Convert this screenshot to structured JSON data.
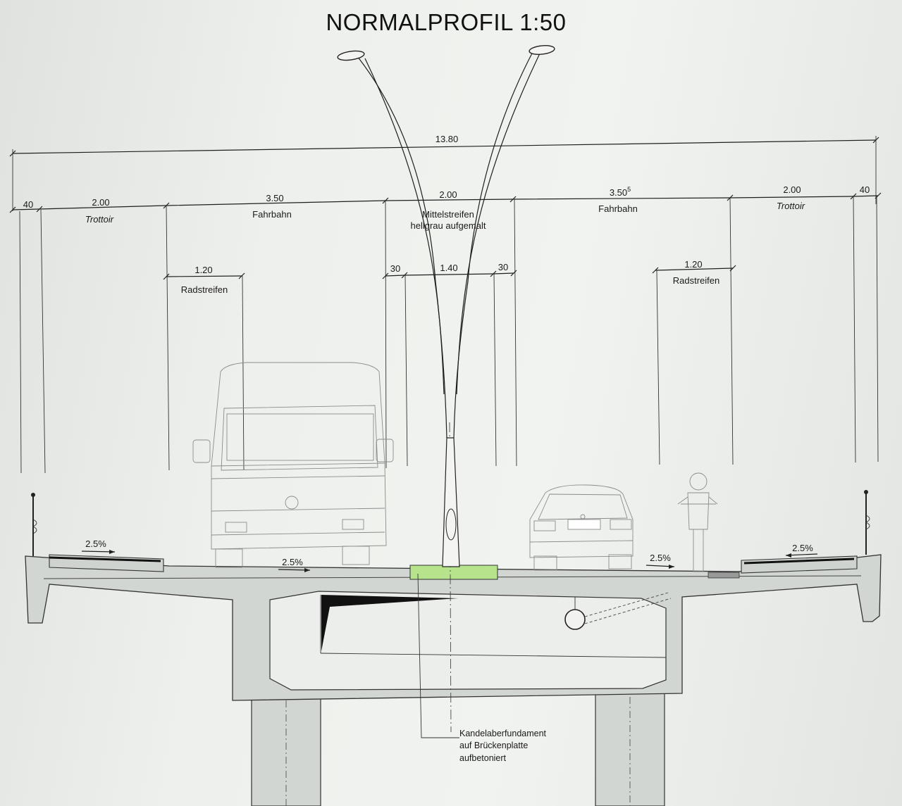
{
  "title": "NORMALPROFIL 1:50",
  "dimensions": {
    "total": "13.80",
    "edge_left": "40",
    "edge_right": "40",
    "trottoir_left": "2.00",
    "fahrbahn_left": "3.50",
    "mittelstreifen": "2.00",
    "fahrbahn_right": "3.50",
    "fahrbahn_right_sup": "5",
    "trottoir_right": "2.00",
    "radstreifen_left": "1.20",
    "radstreifen_right": "1.20",
    "median_offset_left": "30",
    "median_inner": "1.40",
    "median_offset_right": "30"
  },
  "labels": {
    "trottoir_left": "Trottoir",
    "fahrbahn_left": "Fahrbahn",
    "mittelstreifen_line1": "Mittelstreifen",
    "mittelstreifen_line2": "hellgrau aufgemalt",
    "fahrbahn_right": "Fahrbahn",
    "trottoir_right": "Trottoir",
    "radstreifen_left": "Radstreifen",
    "radstreifen_right": "Radstreifen"
  },
  "slopes": {
    "left_sidewalk": "2.5%",
    "left_road": "2.5%",
    "right_road": "2.5%",
    "right_sidewalk": "2.5%"
  },
  "note": {
    "line1": "Kandelaberfundament",
    "line2": "auf Brückenplatte",
    "line3": "aufbetoniert"
  },
  "colors": {
    "concrete": "#d2d6d2",
    "foundation": "#b6e38c",
    "line": "#1f1f1f"
  }
}
